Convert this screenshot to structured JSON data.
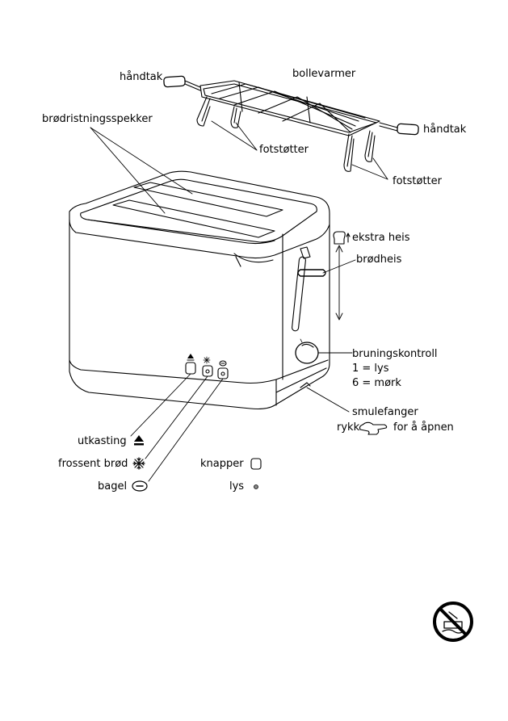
{
  "labels": {
    "handle_left": "håndtak",
    "bun_warmer": "bollevarmer",
    "handle_right": "håndtak",
    "toast_slots": "brødristningsspekker",
    "feet_left": "fotstøtter",
    "feet_right": "fotstøtter",
    "extra_lift": "ekstra heis",
    "bread_lift": "brødheis",
    "browning_control": "bruningskontroll",
    "browning_light": "1 = lys",
    "browning_dark": "6 = mørk",
    "crumb_tray": "smulefanger",
    "crumb_tray_pull_prefix": "rykk",
    "crumb_tray_pull_suffix": "for å åpnen",
    "eject": "utkasting",
    "frozen_bread": "frossent brød",
    "bagel": "bagel",
    "buttons": "knapper",
    "light": "lys"
  },
  "icons": [
    "eject-icon",
    "snowflake-icon",
    "bagel-icon",
    "button-icon",
    "light-icon",
    "extra-lift-icon",
    "pointing-hand-icon",
    "no-water-icon"
  ]
}
